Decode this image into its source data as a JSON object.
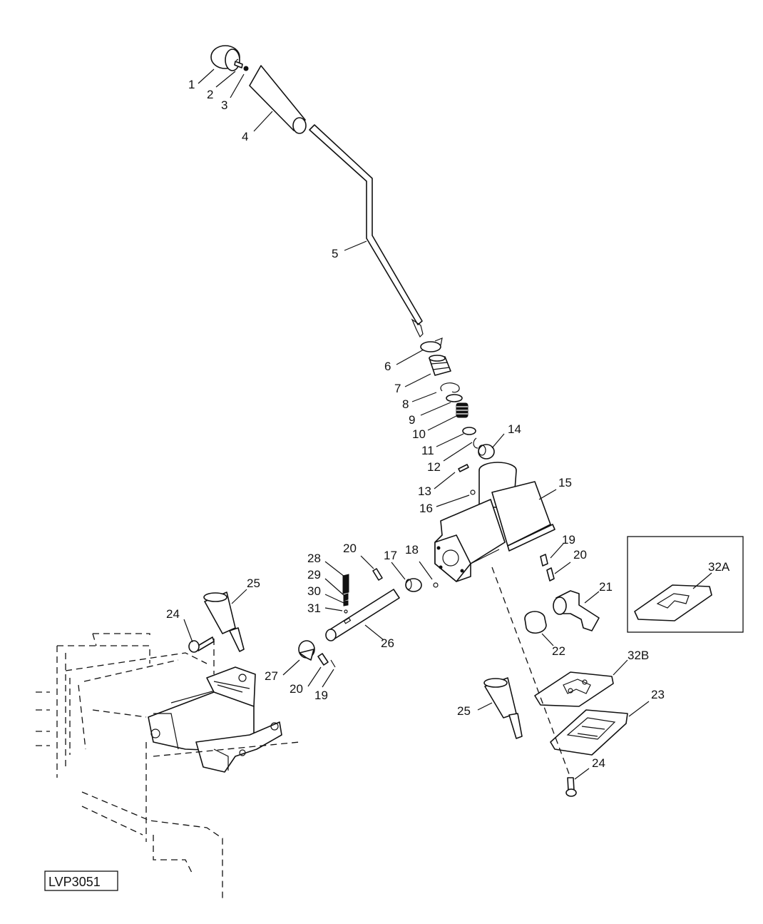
{
  "figure_id": "LVP3051",
  "callouts": {
    "c1": "1",
    "c2": "2",
    "c3": "3",
    "c4": "4",
    "c5": "5",
    "c6": "6",
    "c7": "7",
    "c8": "8",
    "c9": "9",
    "c10": "10",
    "c11": "11",
    "c12": "12",
    "c13": "13",
    "c14": "14",
    "c15": "15",
    "c16": "16",
    "c17": "17",
    "c18": "18",
    "c19a": "19",
    "c19b": "19",
    "c20a": "20",
    "c20b": "20",
    "c20c": "20",
    "c21": "21",
    "c22": "22",
    "c23": "23",
    "c24a": "24",
    "c24b": "24",
    "c25a": "25",
    "c25b": "25",
    "c26": "26",
    "c27": "27",
    "c28": "28",
    "c29": "29",
    "c30": "30",
    "c31": "31",
    "c32a": "32A",
    "c32b": "32B"
  }
}
